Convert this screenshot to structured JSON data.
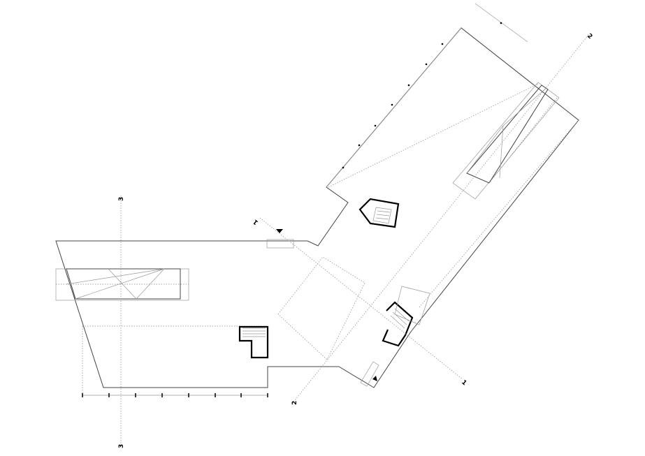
{
  "drawing": {
    "type": "floor-plan",
    "section_markers": [
      {
        "id": "section-1",
        "label": "1"
      },
      {
        "id": "section-2",
        "label": "2"
      },
      {
        "id": "section-3",
        "label": "3"
      }
    ],
    "entrance_markers": [
      "entrance-north",
      "entrance-east"
    ]
  }
}
